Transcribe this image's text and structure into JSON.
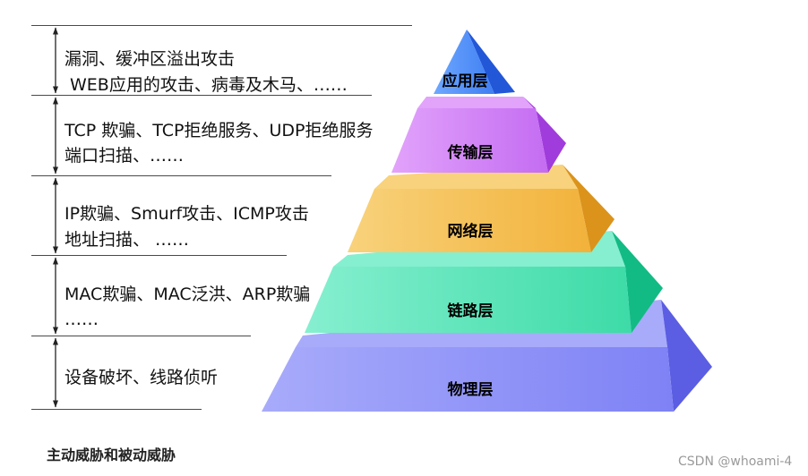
{
  "pyramid": {
    "layers": [
      {
        "name": "应用层",
        "light": "#6ea8ff",
        "mid": "#3f7ef2",
        "dark": "#2257d8"
      },
      {
        "name": "传输层",
        "light": "#e2a3fb",
        "mid": "#c46cf2",
        "dark": "#a03cdb"
      },
      {
        "name": "网络层",
        "light": "#f8d27c",
        "mid": "#f2b23a",
        "dark": "#db931b"
      },
      {
        "name": "链路层",
        "light": "#86efcf",
        "mid": "#3ddba7",
        "dark": "#12bb84"
      },
      {
        "name": "物理层",
        "light": "#a8abfa",
        "mid": "#7e82f5",
        "dark": "#5b5ee2"
      }
    ]
  },
  "threats": [
    {
      "lines": [
        "漏洞、缓冲区溢出攻击",
        "WEB应用的攻击、病毒及木马、……"
      ]
    },
    {
      "lines": [
        "TCP 欺骗、TCP拒绝服务、UDP拒绝服务",
        "端口扫描、……"
      ]
    },
    {
      "lines": [
        "IP欺骗、Smurf攻击、ICMP攻击",
        "地址扫描、 ……"
      ]
    },
    {
      "lines": [
        "MAC欺骗、MAC泛洪、ARP欺骗",
        "……"
      ]
    },
    {
      "lines": [
        "设备破坏、线路侦听"
      ]
    }
  ],
  "caption": "主动威胁和被动威胁",
  "watermark": "CSDN @whoami-4"
}
